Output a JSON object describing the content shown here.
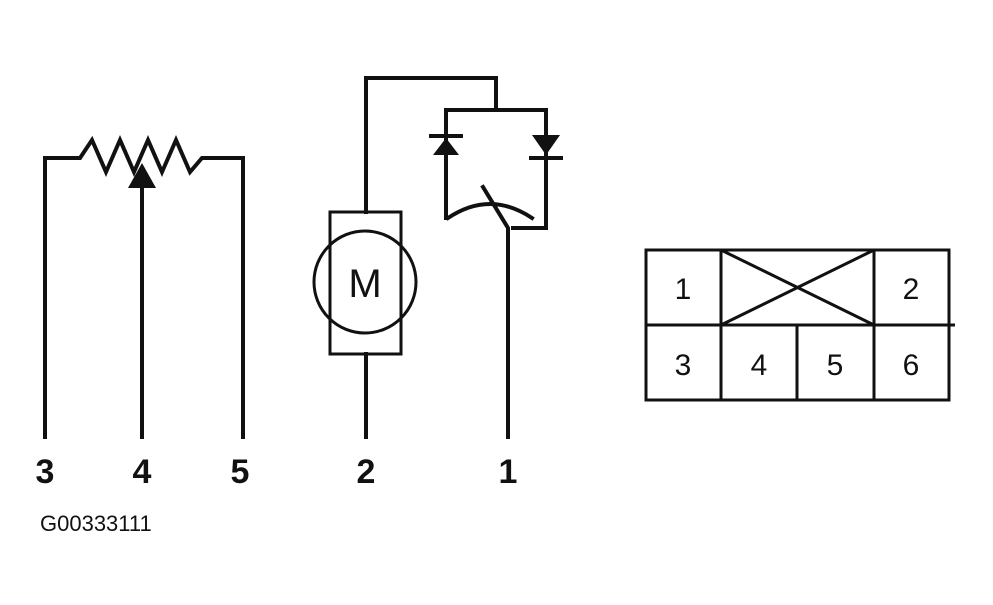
{
  "potentiometer": {
    "pins": [
      "3",
      "4",
      "5"
    ]
  },
  "motor": {
    "label": "M",
    "pin": "2"
  },
  "limit_switch": {
    "pin": "1"
  },
  "connector": {
    "cells": [
      "1",
      "2",
      "3",
      "4",
      "5",
      "6"
    ]
  },
  "figure_id": "G00333111"
}
